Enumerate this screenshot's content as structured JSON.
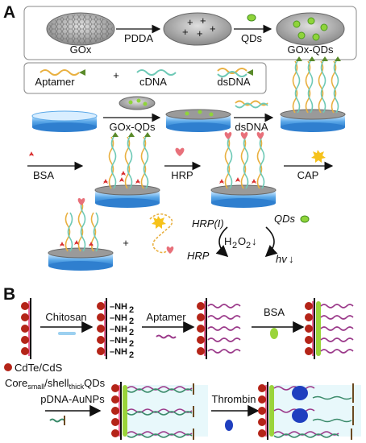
{
  "panels": {
    "a": {
      "letter": "A",
      "graphene_oxide": "GOx",
      "pdda": "PDDA",
      "qds": "QDs",
      "gox_qds": "GOx-QDs",
      "aptamer": "Aptamer",
      "cdna": "cDNA",
      "dsdna": "dsDNA",
      "gox_qds_step": "GOx-QDs",
      "dsdna_step": "dsDNA",
      "bsa": "BSA",
      "hrp": "HRP",
      "cap": "CAP",
      "plus_sign": "+",
      "hrp_oxidized": "HRP(I)",
      "hrp_reduced": "HRP",
      "qds_cycle": "QDs",
      "h2o2": "H",
      "h2o2_sub2": "2",
      "h2o2_o": "O",
      "h2o2_arrow": "↓",
      "hv": "hv",
      "hv_arrow": "↓"
    },
    "b": {
      "letter": "B",
      "chitosan": "Chitosan",
      "aptamer": "Aptamer",
      "bsa": "BSA",
      "nh2": "–NH",
      "nh2_sub": "2",
      "qd_name": "CdTe/CdS",
      "core": "Core",
      "core_sub": "small",
      "shell": "/shell",
      "shell_sub": "thick",
      "qds": "QDs",
      "pdna_aunps": "pDNA-AuNPs",
      "thrombin": "Thrombin"
    }
  },
  "colors": {
    "electrode_blue": "#5aa8e8",
    "gox_grey": "#9a9a9a",
    "qd_green": "#8fd43a",
    "strand_purple": "#9b3a8a",
    "strand_teal": "#6ec9b6",
    "hrp_pink": "#e8707a",
    "bsa_red": "#d93030",
    "cap_yellow": "#f6c21b",
    "qd_red": "#b42418",
    "thrombin_blue": "#1f3fbf",
    "pdna_gold": "#c9a12a"
  }
}
